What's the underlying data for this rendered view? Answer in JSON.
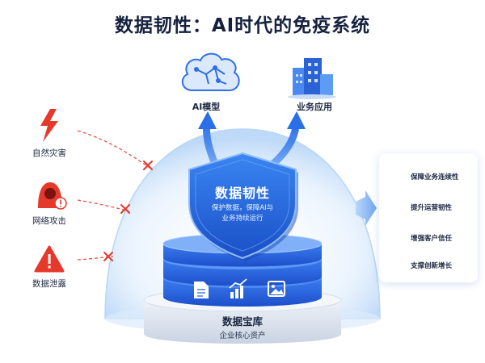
{
  "title": "数据韧性：AI时代的免疫系统",
  "threats": [
    {
      "label": "自然灾害",
      "icon": "lightning-icon"
    },
    {
      "label": "网络攻击",
      "icon": "hacker-icon"
    },
    {
      "label": "数据泄露",
      "icon": "warning-icon"
    }
  ],
  "top_items": [
    {
      "label": "AI模型",
      "icon": "brain-icon"
    },
    {
      "label": "业务应用",
      "icon": "buildings-icon"
    }
  ],
  "shield": {
    "title": "数据韧性",
    "subtitle_line1": "保护数据，保障AI与",
    "subtitle_line2": "业务持续运行"
  },
  "vault": {
    "title": "数据宝库",
    "subtitle": "企业核心资产",
    "icons": [
      "document-icon",
      "chart-icon",
      "image-icon"
    ]
  },
  "benefits": [
    {
      "label": "保障业务连续性",
      "icon": "shield-check-icon"
    },
    {
      "label": "提升运营韧性",
      "icon": "growth-chart-icon"
    },
    {
      "label": "增强客户信任",
      "icon": "user-icon"
    },
    {
      "label": "支撑创新增长",
      "icon": "pie-chart-icon"
    }
  ],
  "colors": {
    "threat_red": "#e5392c",
    "primary_blue": "#1f62d8",
    "light_blue": "#cfe3fb",
    "title": "#16213e"
  }
}
